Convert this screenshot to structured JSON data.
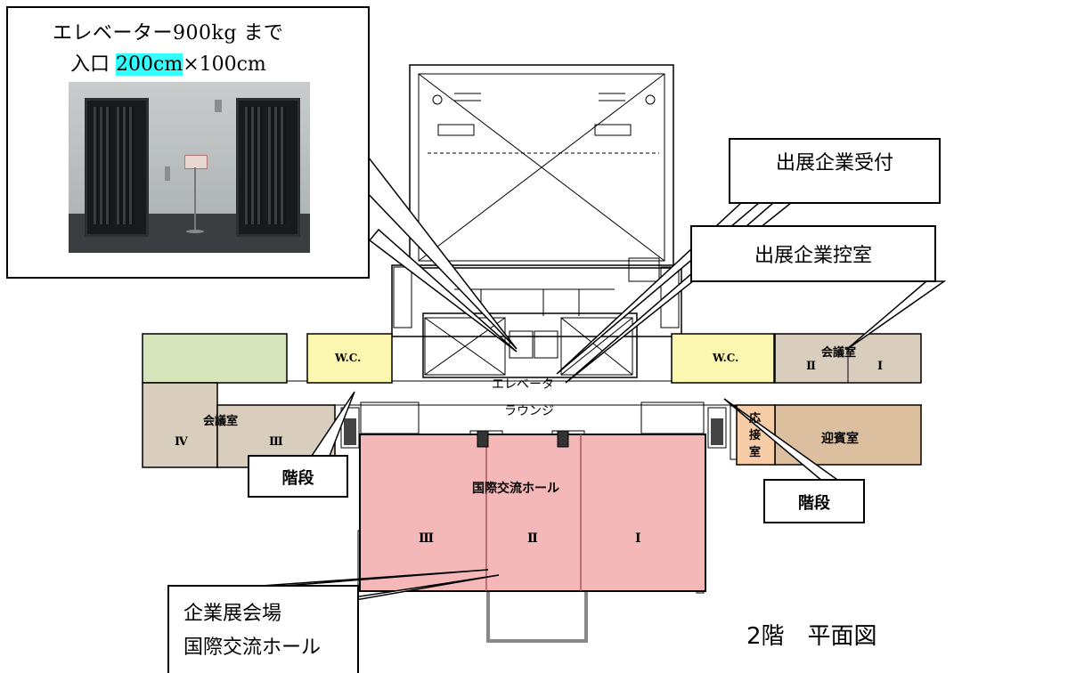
{
  "elevator_callout": {
    "line1": "エレベーター900kg まで",
    "line2_prefix": "入口 ",
    "line2_highlight": "200cm",
    "line2_suffix": "×100cm",
    "highlight_color": "#33ffff",
    "photo_label": "elevator-doors-photo"
  },
  "callouts": {
    "exhibitor_reception": "出展企業受付",
    "exhibitor_waiting": "出展企業控室",
    "stairs_left": "階段",
    "stairs_right": "階段",
    "venue_line1": "企業展会場",
    "venue_line2": "国際交流ホール"
  },
  "floorplan": {
    "title": "2階　平面図",
    "rooms": {
      "wc_left": "W.C.",
      "wc_right": "W.C.",
      "conference_left": "会議室",
      "conf_left_iv": "Ⅳ",
      "conf_left_iii": "Ⅲ",
      "conference_right": "会議室",
      "conf_right_ii": "Ⅱ",
      "conf_right_i": "Ⅰ",
      "elevator": "エレベータ",
      "lounge": "ラウンジ",
      "hall": "国際交流ホール",
      "hall_iii": "Ⅲ",
      "hall_ii": "Ⅱ",
      "hall_i": "Ⅰ",
      "reception_room_1": "応",
      "reception_room_2": "接",
      "reception_room_3": "室",
      "guest_room": "迎賓室"
    },
    "colors": {
      "green_room": "#d6e4bc",
      "conference": "#d9cdbd",
      "wc": "#fbf6b0",
      "hall": "#f4b8b8",
      "guest": "#dcbf9e",
      "reception": "#f7cda7"
    }
  }
}
